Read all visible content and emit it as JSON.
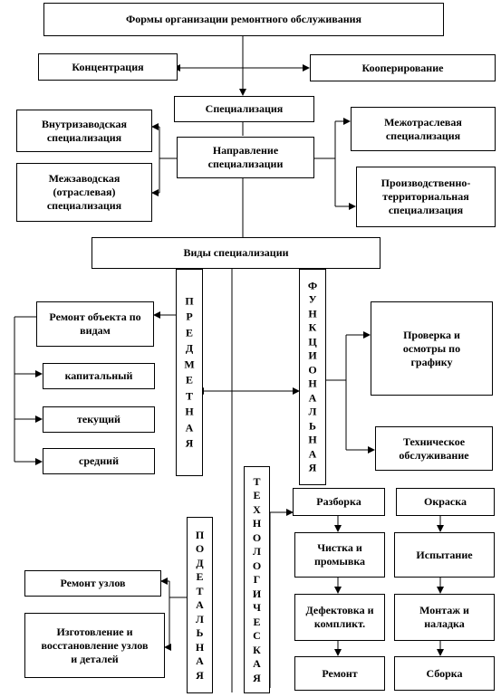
{
  "diagram": {
    "forms_title": "Формы организации ремонтного обслуживания",
    "concentration": "Концентрация",
    "cooperation": "Кооперирование",
    "specialization": "Специализация",
    "intra_factory": "Внутризаводская специализация",
    "inter_factory": "Межзаводская (отраслевая) специализация",
    "direction": "Направление специализации",
    "inter_industry": "Межотраслевая специализация",
    "production_territorial": "Производственно-территориальная специализация",
    "types": "Виды специализации",
    "subject": "ПРЕДМЕТНАЯ",
    "functional": "ФУНКЦИОНАЛЬНАЯ",
    "repair_by_type": "Ремонт объекта по видам",
    "capital": "капитальный",
    "current": "текущий",
    "medium": "средний",
    "inspection": "Проверка и осмотры по графику",
    "maintenance": "Техническое обслуживание",
    "technological": "ТЕХНОЛОГИЧЕСКАЯ",
    "detail": "ПОДЕТАЛЬНАЯ",
    "disassembly": "Разборка",
    "painting": "Окраска",
    "cleaning": "Чистка и промывка",
    "testing": "Испытание",
    "defect": "Дефектовка и компликт.",
    "mounting": "Монтаж и наладка",
    "repair": "Ремонт",
    "assembly": "Сборка",
    "unit_repair": "Ремонт узлов",
    "manufacturing": "Изготовление и восстановление узлов и деталей"
  }
}
